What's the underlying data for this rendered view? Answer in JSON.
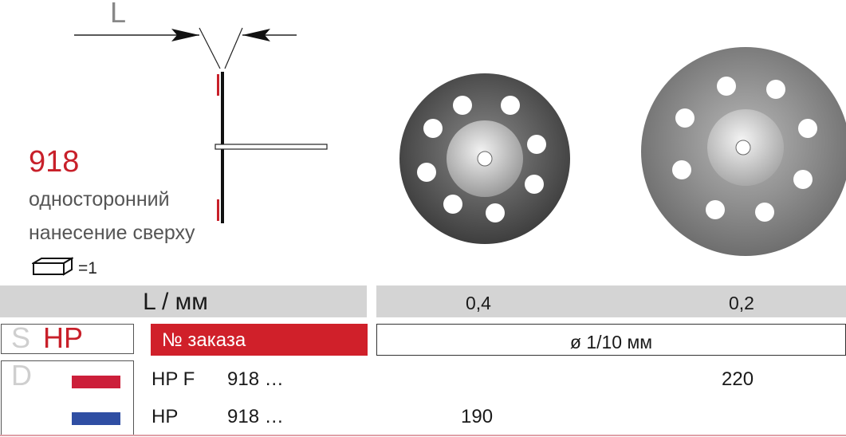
{
  "schematic": {
    "dimension_label": "L"
  },
  "product": {
    "code": "918",
    "description_line1": "односторонний",
    "description_line2": "нанесение сверху",
    "pack_quantity": "=1"
  },
  "table": {
    "header_label": "L / мм",
    "columns": [
      "0,4",
      "0,2"
    ],
    "s_label": "S",
    "hp_label": "HP",
    "order_label": "№ заказа",
    "diameter_label": "ø 1/10 мм",
    "d_label": "D",
    "rows": [
      {
        "type": "HP F",
        "number": "918 …",
        "value_col1": "",
        "value_col2": "220",
        "flag_color": "#cc1f3a"
      },
      {
        "type": "HP",
        "number": "918 …",
        "value_col1": "190",
        "value_col2": "",
        "flag_color": "#2f4ea3"
      }
    ]
  },
  "colors": {
    "accent": "#c8202a",
    "header_bg": "#d4d4d4"
  }
}
